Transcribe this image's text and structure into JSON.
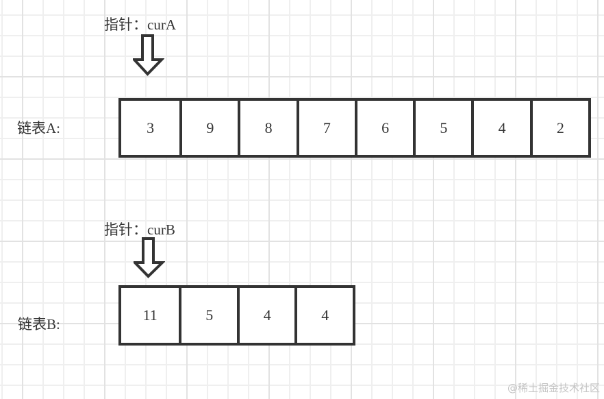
{
  "diagram": {
    "list_a": {
      "label": "链表A:",
      "pointer_label": "指针：curA",
      "pointer_index": 0,
      "nodes": [
        "3",
        "9",
        "8",
        "7",
        "6",
        "5",
        "4",
        "2"
      ]
    },
    "list_b": {
      "label": "链表B:",
      "pointer_label": "指针：curB",
      "pointer_index": 0,
      "nodes": [
        "11",
        "5",
        "4",
        "4"
      ]
    }
  },
  "watermark": "@稀土掘金技术社区",
  "colors": {
    "stroke": "#333333",
    "grid_minor": "#efefef",
    "grid_major": "#e2e2e2",
    "background": "#ffffff",
    "watermark": "#c4c4c4"
  }
}
